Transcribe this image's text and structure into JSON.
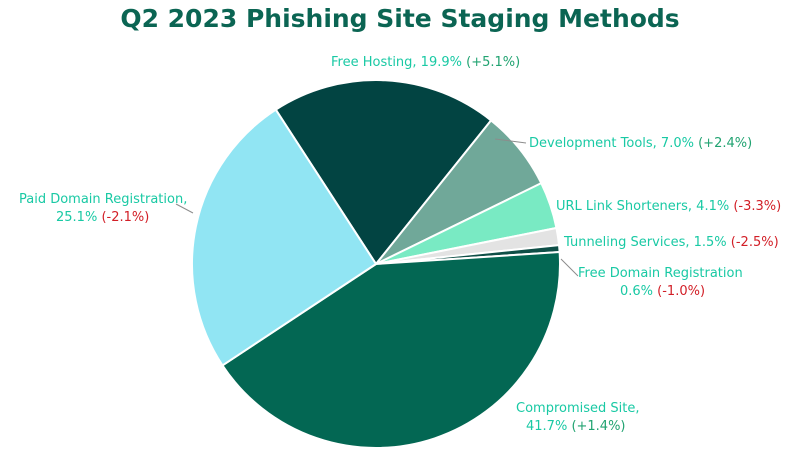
{
  "chart_data": {
    "type": "pie",
    "title": "Q2 2023 Phishing Site Staging Methods",
    "slices": [
      {
        "label": "Free Hosting",
        "value": 19.9,
        "change": "(+5.1%)",
        "color": "#024442"
      },
      {
        "label": "Development Tools",
        "value": 7.0,
        "change": "(+2.4%)",
        "color": "#70a899"
      },
      {
        "label": "URL Link Shorteners",
        "value": 4.1,
        "change": "(-3.3%)",
        "color": "#79eac3"
      },
      {
        "label": "Tunneling Services",
        "value": 1.5,
        "change": "(-2.5%)",
        "color": "#e3e3e3"
      },
      {
        "label": "Free Domain Registration",
        "value": 0.6,
        "change": "(-1.0%)",
        "color": "#0e4f47"
      },
      {
        "label": "Compromised Site",
        "value": 41.7,
        "change": "(+1.4%)",
        "color": "#036753"
      },
      {
        "label": "Paid Domain Registration",
        "value": 25.1,
        "change": "(-2.1%)",
        "color": "#91e5f3"
      }
    ],
    "colors": {
      "title": "#0b6553",
      "label_text": "#19c9a4",
      "positive_change": "#21a371",
      "negative_change": "#d21f27"
    }
  }
}
